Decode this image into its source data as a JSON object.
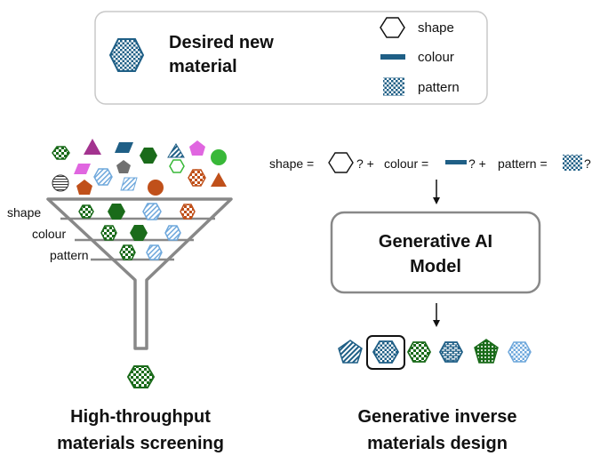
{
  "legend": {
    "title_line1": "Desired new",
    "title_line2": "material",
    "items": [
      {
        "label": "shape",
        "icon": "hexagon-outline-icon"
      },
      {
        "label": "colour",
        "icon": "blue-bar-icon"
      },
      {
        "label": "pattern",
        "icon": "checker-square-icon"
      }
    ]
  },
  "screening": {
    "filter_labels": [
      "shape",
      "colour",
      "pattern"
    ],
    "caption_line1": "High-throughput",
    "caption_line2": "materials screening"
  },
  "generative": {
    "query": {
      "shape_label": "shape =",
      "colour_label": "colour =",
      "pattern_label": "pattern =",
      "q1": "? +",
      "q2": "? +",
      "q3": "?"
    },
    "model_line1": "Generative AI",
    "model_line2": "Model",
    "caption_line1": "Generative inverse",
    "caption_line2": "materials design"
  },
  "colors": {
    "blue": "#1f5f86",
    "dark_green": "#1a6b1a",
    "light_blue": "#6fa8dc",
    "orange_red": "#c0501a",
    "magenta": "#a3338f",
    "pink": "#e066e0",
    "grey": "#707070",
    "green": "#38b838",
    "funnel": "#888888"
  }
}
